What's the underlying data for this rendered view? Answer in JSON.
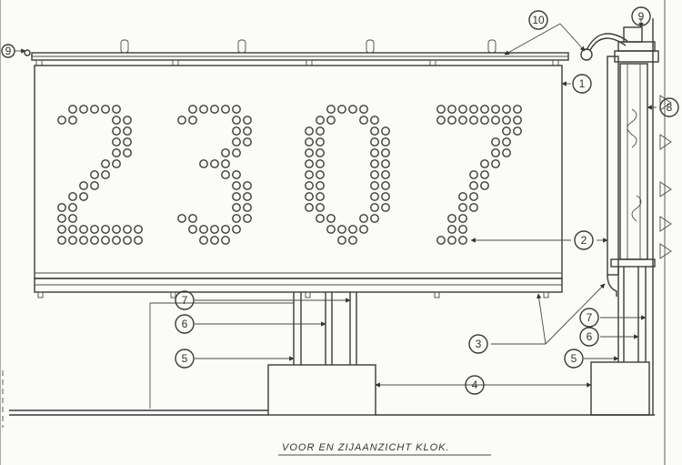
{
  "caption": "VOOR EN ZIJAANZICHT  KLOK.",
  "display_digits": [
    "2",
    "3",
    "0",
    "7"
  ],
  "callouts": {
    "c1": "1",
    "c2": "2",
    "c3": "3",
    "c4": "4",
    "c5a": "5",
    "c5b": "5",
    "c6a": "6",
    "c6b": "6",
    "c7a": "7",
    "c7b": "7",
    "c8": "8",
    "c9a": "9",
    "c9b": "9",
    "c10": "10"
  },
  "colors": {
    "ink": "#3a3a3a",
    "paper": "#fbfbf8"
  }
}
